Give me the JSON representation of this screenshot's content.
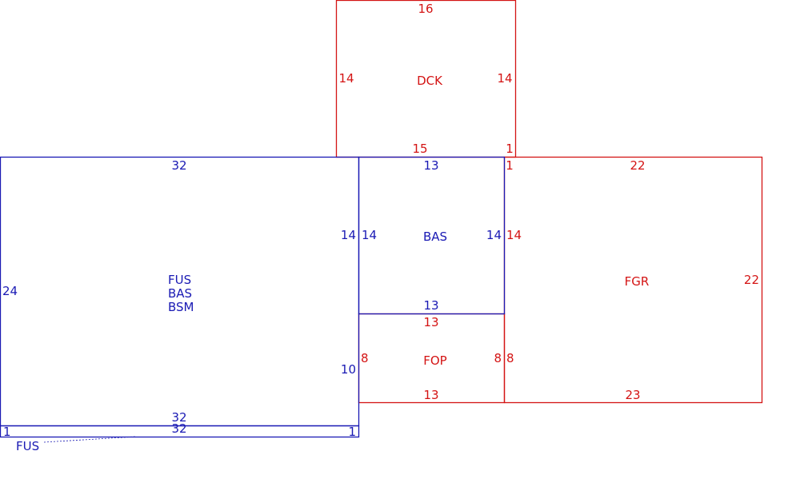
{
  "colors": {
    "blue": "#1a1ab4",
    "red": "#d41414"
  },
  "areas": {
    "dck": {
      "label": "DCK",
      "top": "16",
      "left": "14",
      "right": "14",
      "bottom": "15",
      "bottom_right": "1"
    },
    "fus_bas_bsm": {
      "label_line1": "FUS",
      "label_line2": "BAS",
      "label_line3": "BSM",
      "top": "32",
      "left": "24",
      "right_upper": "14",
      "right_lower": "10",
      "bottom": "32"
    },
    "bas": {
      "label": "BAS",
      "top": "13",
      "left": "14",
      "right": "14",
      "bottom": "13"
    },
    "fgr": {
      "label": "FGR",
      "top": "22",
      "top_left": "1",
      "left_upper": "14",
      "left_lower": "8",
      "right": "22",
      "bottom": "23"
    },
    "fop": {
      "label": "FOP",
      "top": "13",
      "left": "8",
      "right": "8",
      "bottom": "13"
    },
    "fus_strip": {
      "label": "FUS",
      "top": "32",
      "left": "1",
      "right": "1"
    }
  }
}
